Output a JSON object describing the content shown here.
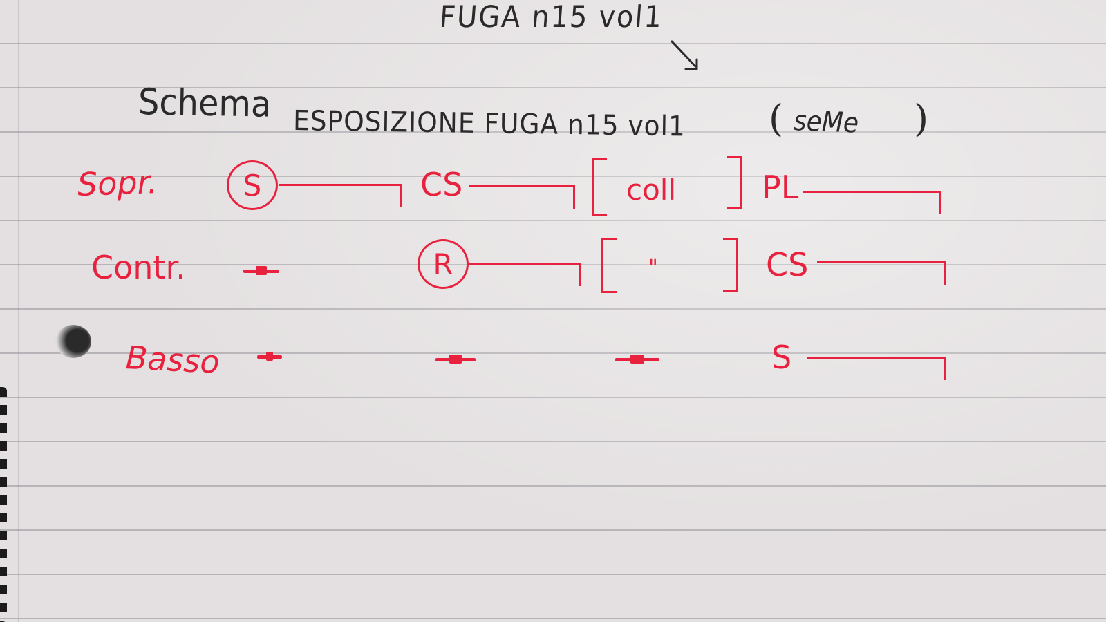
{
  "page": {
    "title": "FUGA n15 vol1",
    "heading": "Schema",
    "subheading": "ESPOSIZIONE FUGA n15 vol1",
    "subheading_paren_content": "seMe",
    "paren_open": "(",
    "paren_close": ")"
  },
  "colors": {
    "ink_black": "#2a2a2a",
    "ink_red": "#e8223e",
    "paper": "#e4e0e1",
    "rule_line": "#5a5a64"
  },
  "voices": [
    {
      "label": "Sopr."
    },
    {
      "label": "Contr."
    },
    {
      "label": "Basso"
    }
  ],
  "cells": {
    "sopr_subject": "S",
    "sopr_cs": "CS",
    "sopr_coll": "coll",
    "sopr_pl": "PL",
    "contr_answer": "R",
    "contr_ditto": "\"",
    "contr_cs": "CS",
    "basso_s": "S"
  },
  "icons": {
    "arrow": "down-right-arrow-icon",
    "punch_hole": "punch-hole",
    "spiral": "spiral-binding"
  }
}
